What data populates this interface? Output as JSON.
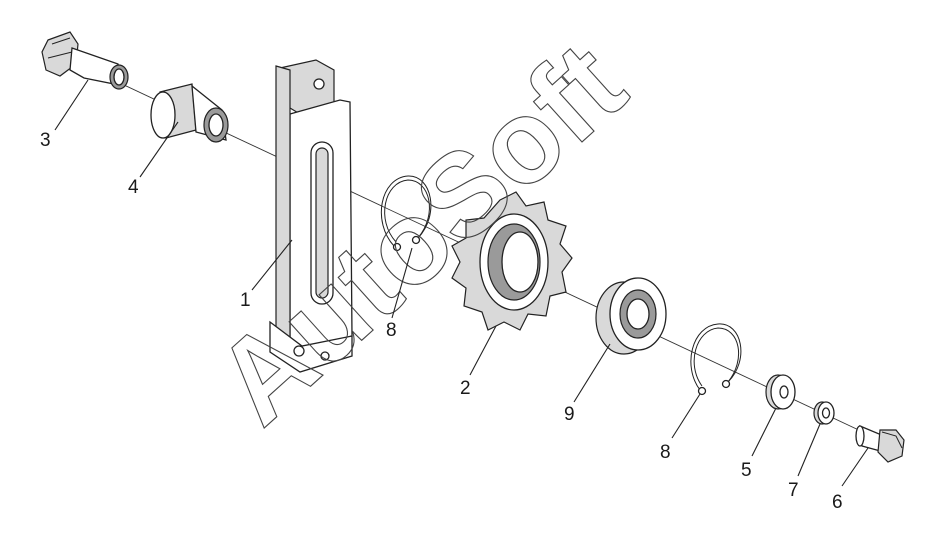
{
  "watermark": "AutoSoft",
  "callouts": [
    {
      "id": "1",
      "text": "1"
    },
    {
      "id": "2",
      "text": "2"
    },
    {
      "id": "3",
      "text": "3"
    },
    {
      "id": "4",
      "text": "4"
    },
    {
      "id": "5",
      "text": "5"
    },
    {
      "id": "6",
      "text": "6"
    },
    {
      "id": "7",
      "text": "7"
    },
    {
      "id": "8a",
      "text": "8"
    },
    {
      "id": "8b",
      "text": "8"
    },
    {
      "id": "9",
      "text": "9"
    }
  ]
}
